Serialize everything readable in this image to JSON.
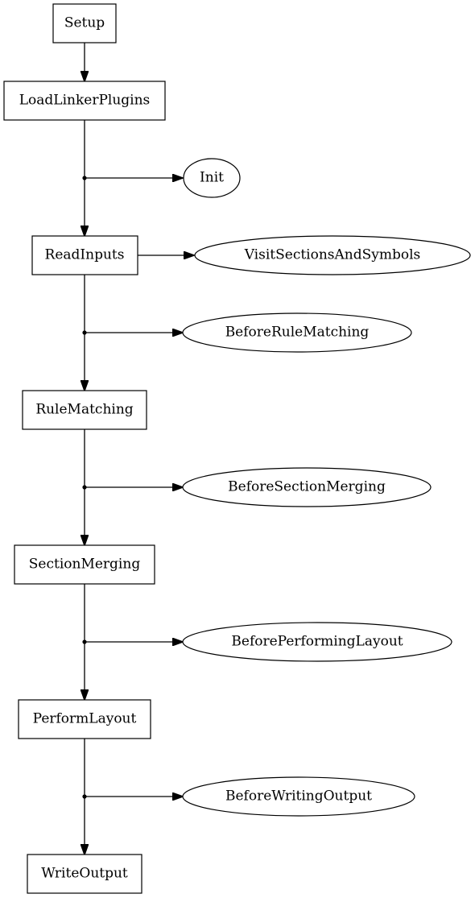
{
  "diagram": {
    "stages": [
      {
        "id": "setup",
        "label": "Setup"
      },
      {
        "id": "loadlinkerplugins",
        "label": "LoadLinkerPlugins"
      },
      {
        "id": "readinputs",
        "label": "ReadInputs"
      },
      {
        "id": "rulematching",
        "label": "RuleMatching"
      },
      {
        "id": "sectionmerging",
        "label": "SectionMerging"
      },
      {
        "id": "performlayout",
        "label": "PerformLayout"
      },
      {
        "id": "writeoutput",
        "label": "WriteOutput"
      }
    ],
    "hooks": [
      {
        "id": "init",
        "label": "Init"
      },
      {
        "id": "visitsectionsandsymbols",
        "label": "VisitSectionsAndSymbols"
      },
      {
        "id": "beforerulematching",
        "label": "BeforeRuleMatching"
      },
      {
        "id": "beforesectionmerging",
        "label": "BeforeSectionMerging"
      },
      {
        "id": "beforeperforminglayout",
        "label": "BeforePerformingLayout"
      },
      {
        "id": "beforewritingoutput",
        "label": "BeforeWritingOutput"
      }
    ],
    "edges": [
      {
        "from": "setup",
        "to": "loadlinkerplugins"
      },
      {
        "from": "loadlinkerplugins",
        "to": "init"
      },
      {
        "from": "loadlinkerplugins",
        "to": "readinputs"
      },
      {
        "from": "readinputs",
        "to": "visitsectionsandsymbols"
      },
      {
        "from": "readinputs",
        "to": "beforerulematching"
      },
      {
        "from": "readinputs",
        "to": "rulematching"
      },
      {
        "from": "rulematching",
        "to": "beforesectionmerging"
      },
      {
        "from": "rulematching",
        "to": "sectionmerging"
      },
      {
        "from": "sectionmerging",
        "to": "beforeperforminglayout"
      },
      {
        "from": "sectionmerging",
        "to": "performlayout"
      },
      {
        "from": "performlayout",
        "to": "beforewritingoutput"
      },
      {
        "from": "performlayout",
        "to": "writeoutput"
      }
    ]
  }
}
